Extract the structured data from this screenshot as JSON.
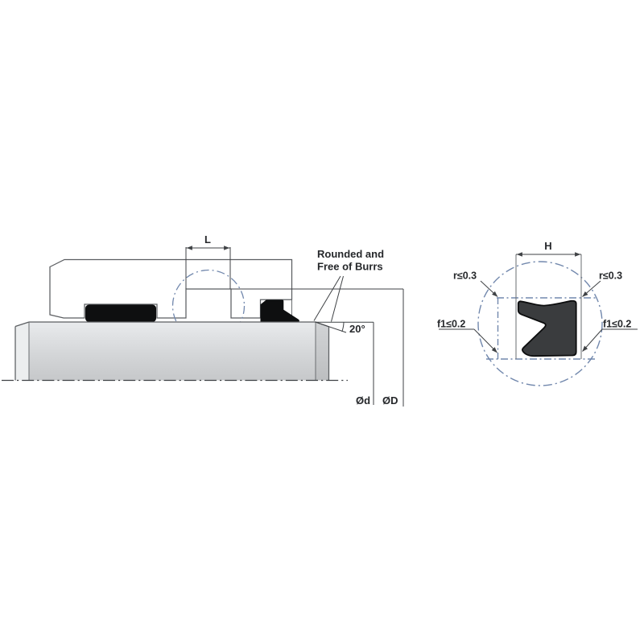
{
  "colors": {
    "background": "#ffffff",
    "metal_outline": "#5b5e61",
    "dimension_line": "#3f4245",
    "seal_black": "#0e0f10",
    "detail_seal_fill": "#3a3c3e",
    "detail_seal_outline": "#0c0d0e",
    "blue_dash": "#7288ad",
    "housing_fill_top": "#c9cbcd",
    "housing_fill_bottom": "#dbdddf",
    "shaft_fill_top": "#e9ebed",
    "shaft_fill_bottom": "#c6c8ca",
    "text": "#26282b"
  },
  "left_view": {
    "groove_width_label": "L",
    "note_line1": "Rounded and",
    "note_line2": "Free of Burrs",
    "chamfer_angle_label": "20°",
    "rod_diameter_label": "Ød",
    "bore_diameter_label": "ØD"
  },
  "detail_view": {
    "height_label": "H",
    "radius_left_label": "r≤0.3",
    "radius_right_label": "r≤0.3",
    "edge_left_label": "f1≤0.2",
    "edge_right_label": "f1≤0.2"
  }
}
